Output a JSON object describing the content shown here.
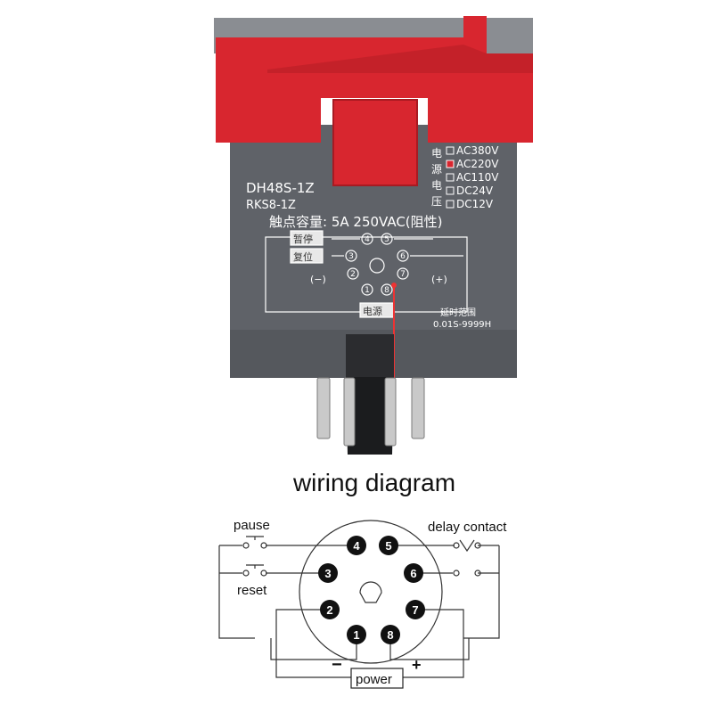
{
  "device": {
    "model_line1": "DH48S-1Z",
    "model_line2": "RKS8-1Z",
    "contact_rating": "触点容量: 5A 250VAC(阻性)",
    "voltage_header": "电源电压",
    "voltage_options": [
      {
        "label": "AC380V",
        "checked": false
      },
      {
        "label": "AC220V",
        "checked": true
      },
      {
        "label": "AC110V",
        "checked": false
      },
      {
        "label": "DC24V",
        "checked": false
      },
      {
        "label": "DC12V",
        "checked": false
      }
    ],
    "pause_label": "暂停",
    "reset_label": "复位",
    "power_label": "电源",
    "minus_label": "(−)",
    "plus_label": "(+)",
    "delay_range_label": "延时范围",
    "delay_range_value": "0.01S-9999H",
    "pins": [
      "1",
      "2",
      "3",
      "4",
      "5",
      "6",
      "7",
      "8"
    ],
    "colors": {
      "housing": "#5f6268",
      "cover": "#d8262f",
      "label_bg": "#e8e8e8"
    }
  },
  "caption": "wiring diagram",
  "diagram": {
    "pause_label": "pause",
    "reset_label": "reset",
    "delay_contact_label": "delay contact",
    "power_label": "power",
    "minus": "−",
    "plus": "+",
    "pins": [
      "1",
      "2",
      "3",
      "4",
      "5",
      "6",
      "7",
      "8"
    ]
  }
}
